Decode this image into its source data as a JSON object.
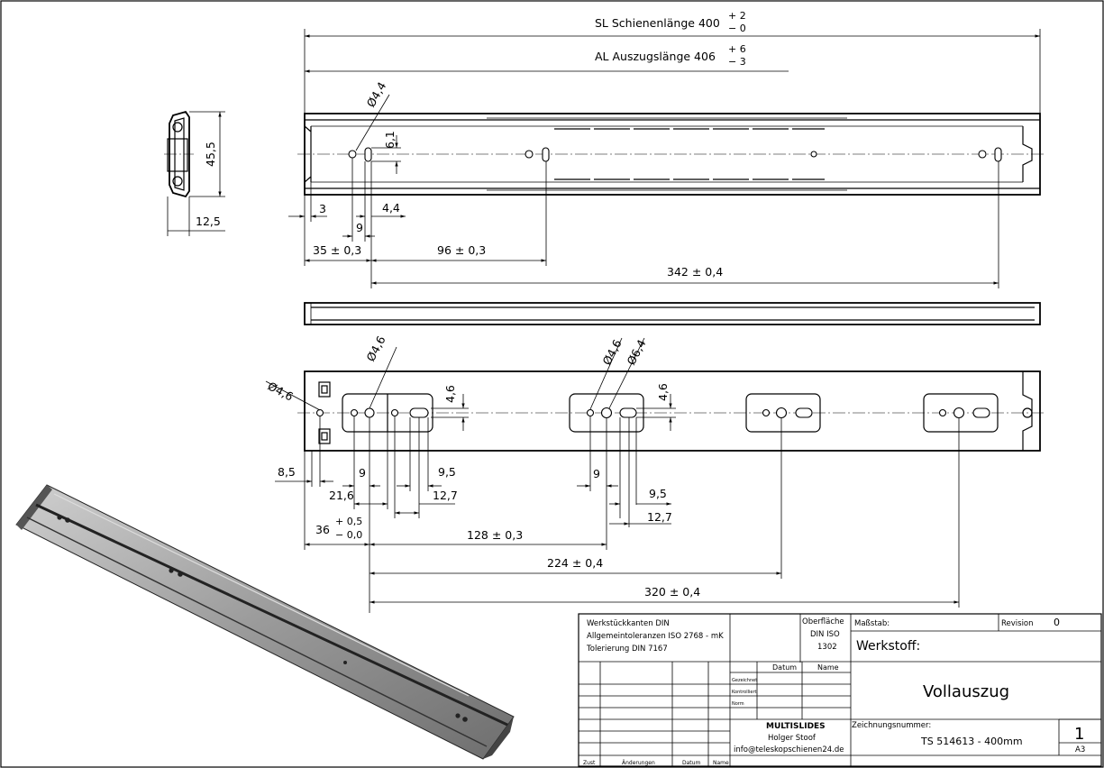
{
  "dimensions": {
    "rail_length": {
      "label": "SL Schienenlänge 400",
      "tol_upper": "+ 2",
      "tol_lower": "− 0"
    },
    "extension_length": {
      "label": "AL Auszugslänge 406",
      "tol_upper": "+ 6",
      "tol_lower": "− 3"
    },
    "height": "45,5",
    "width": "12,5",
    "top_hole_dia": "Ø4,4",
    "top_slot_height": "6,1",
    "top_3": "3",
    "top_9": "9",
    "top_4_4": "4,4",
    "top_35": "35 ± 0,3",
    "top_96": "96 ± 0,3",
    "top_342": "342 ± 0,4",
    "bot_dia_left": "Ø4,6",
    "bot_dia_1": "Ø4,6",
    "bot_dia_2": "Ø4,6",
    "bot_dia_3": "Ø6,4",
    "bot_slot_1": "4,6",
    "bot_slot_2": "4,6",
    "bot_8_5": "8,5",
    "bot_9a": "9",
    "bot_9_5a": "9,5",
    "bot_21_6": "21,6",
    "bot_12_7a": "12,7",
    "bot_36": "36",
    "bot_36_upper": "+ 0,5",
    "bot_36_lower": "− 0,0",
    "bot_9b": "9",
    "bot_9_5b": "9,5",
    "bot_12_7b": "12,7",
    "bot_128": "128 ± 0,3",
    "bot_224": "224 ± 0,4",
    "bot_320": "320 ± 0,4"
  },
  "title_block": {
    "notes": [
      "Werkstückkanten DIN",
      "Allgemeintoleranzen ISO 2768 - mK",
      "Tolerierung DIN 7167"
    ],
    "surface": [
      "Oberfläche",
      "DIN ISO",
      "1302"
    ],
    "scale_label": "Maßstab:",
    "revision_label": "Revision",
    "revision_value": "0",
    "material_label": "Werkstoff:",
    "title": "Vollauszug",
    "drawing_number_label": "Zeichnungsnummer:",
    "drawing_number": "TS 514613 - 400mm",
    "sheet_number": "1",
    "sheet_format": "A3",
    "col_datum": "Datum",
    "col_name": "Name",
    "rows": [
      "Gezeichnet",
      "Kontrolliert",
      "Norm"
    ],
    "company": "MULTISLIDES",
    "person": "Holger Stoof",
    "email": "info@teleskopschienen24.de",
    "footer": [
      "Zust",
      "Änderungen",
      "Datum",
      "Name"
    ]
  }
}
